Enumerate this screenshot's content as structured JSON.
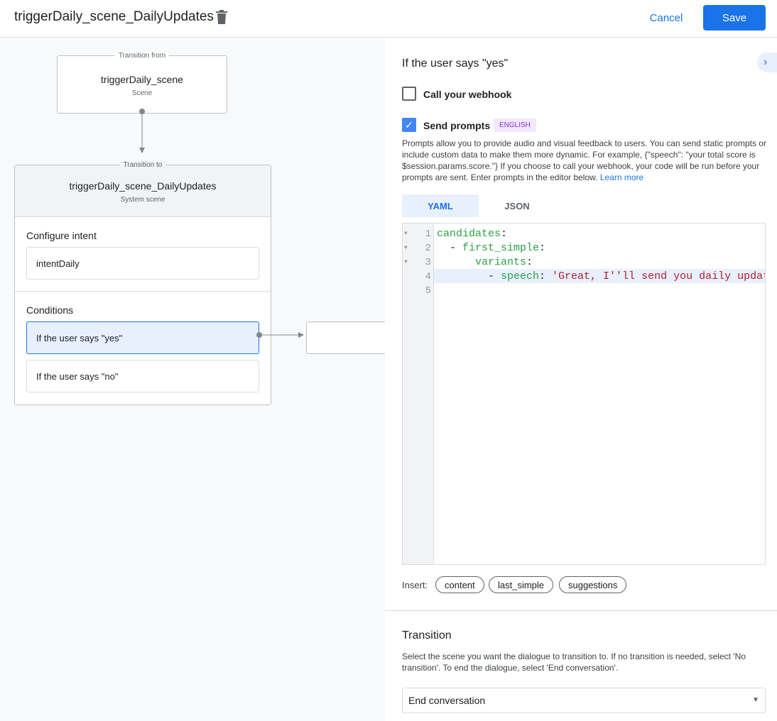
{
  "header": {
    "title": "triggerDaily_scene_DailyUpdates",
    "cancel": "Cancel",
    "save": "Save"
  },
  "canvas": {
    "from": {
      "label": "Transition from",
      "name": "triggerDaily_scene",
      "type": "Scene"
    },
    "to": {
      "label": "Transition to",
      "name": "triggerDaily_scene_DailyUpdates",
      "type": "System scene"
    },
    "intent_heading": "Configure intent",
    "intent": "intentDaily",
    "conditions_heading": "Conditions",
    "conditions": [
      "If the user says \"yes\"",
      "If the user says \"no\""
    ]
  },
  "panel": {
    "heading": "If the user says \"yes\"",
    "webhook": {
      "label": "Call your webhook",
      "checked": false
    },
    "prompts": {
      "label": "Send prompts",
      "checked": true,
      "badge": "ENGLISH"
    },
    "description": "Prompts allow you to provide audio and visual feedback to users. You can send static prompts or include custom data to make them more dynamic. For example, {\"speech\": \"your total score is $session.params.score.\"} If you choose to call your webhook, your code will be run before your prompts are sent. Enter prompts in the editor below.",
    "learn_more": "Learn more",
    "tabs": [
      "YAML",
      "JSON"
    ],
    "active_tab": "YAML",
    "code": {
      "line_numbers": [
        "1",
        "2",
        "3",
        "4",
        "5"
      ],
      "l1k": "candidates",
      "l2k": "first_simple",
      "l3k": "variants",
      "l4k": "speech",
      "l4v": "'Great, I''ll send you daily updates."
    },
    "insert_label": "Insert:",
    "insert_chips": [
      "content",
      "last_simple",
      "suggestions"
    ],
    "transition": {
      "heading": "Transition",
      "description": "Select the scene you want the dialogue to transition to. If no transition is needed, select 'No transition'. To end the dialogue, select 'End conversation'.",
      "value": "End conversation"
    }
  },
  "colors": {
    "accent": "#1a73e8",
    "badge_bg": "#f3e8fd",
    "badge_fg": "#8430ce"
  }
}
